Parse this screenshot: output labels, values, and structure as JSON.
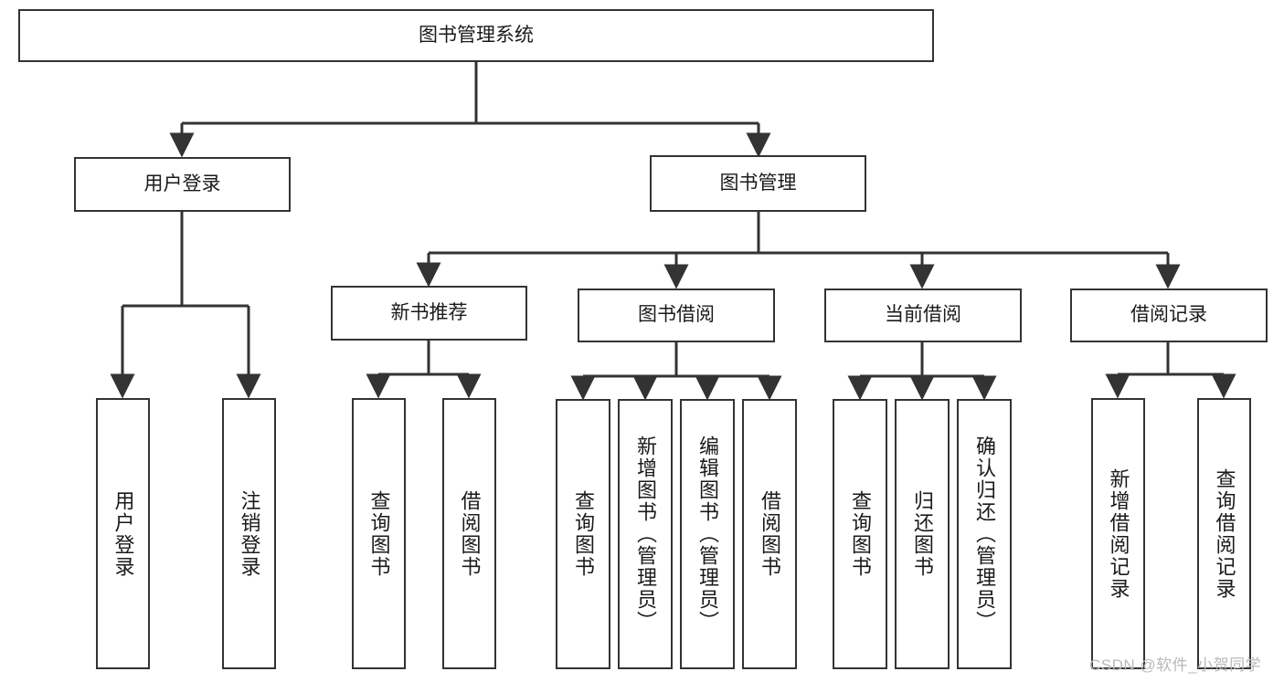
{
  "diagram": {
    "type": "tree",
    "title": "图书管理系统",
    "root": {
      "label": "图书管理系统"
    },
    "level1": [
      {
        "label": "用户登录"
      },
      {
        "label": "图书管理"
      }
    ],
    "level2": [
      {
        "label": "新书推荐"
      },
      {
        "label": "图书借阅"
      },
      {
        "label": "当前借阅"
      },
      {
        "label": "借阅记录"
      }
    ],
    "leaves": {
      "user_login": [
        {
          "label": "用户登录"
        },
        {
          "label": "注销登录"
        }
      ],
      "new_book_recommend": [
        {
          "label": "查询图书"
        },
        {
          "label": "借阅图书"
        }
      ],
      "book_borrow": [
        {
          "label": "查询图书"
        },
        {
          "label": "新增图书（管理员）"
        },
        {
          "label": "编辑图书（管理员）"
        },
        {
          "label": "借阅图书"
        }
      ],
      "current_borrow": [
        {
          "label": "查询图书"
        },
        {
          "label": "归还图书"
        },
        {
          "label": "确认归还（管理员）"
        }
      ],
      "borrow_record": [
        {
          "label": "新增借阅记录"
        },
        {
          "label": "查询借阅记录"
        }
      ]
    }
  },
  "watermark": {
    "text": "CSDN @软件_小贺同学"
  },
  "colors": {
    "stroke": "#333333",
    "background": "#ffffff",
    "text": "#1a1a1a",
    "watermark": "#b9b9b9"
  }
}
